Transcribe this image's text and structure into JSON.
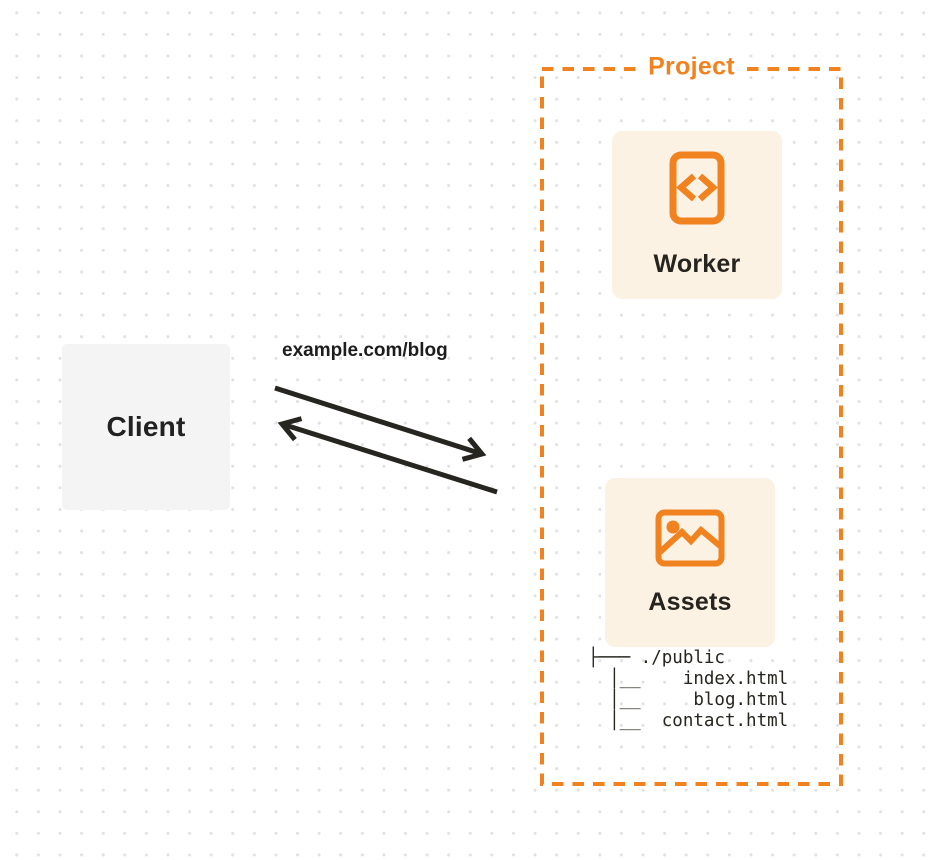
{
  "page": {
    "background_color": "#FFFFFF",
    "dot_grid_color": "#E2E2E2"
  },
  "client": {
    "label": "Client",
    "background_color": "#F4F4F5"
  },
  "request": {
    "url_label": "example.com/blog",
    "arrow_color": "#26251F",
    "direction": "bidirectional"
  },
  "project": {
    "label": "Project",
    "accent_color": "#F0821F",
    "card_background_color": "#FCF2E4",
    "worker_card": {
      "label": "Worker",
      "icon": "code-document-icon"
    },
    "assets_card": {
      "label": "Assets",
      "icon": "image-icon",
      "file_tree": "├─── ./public\n  │__    index.html\n  │__     blog.html\n  │__  contact.html"
    }
  }
}
